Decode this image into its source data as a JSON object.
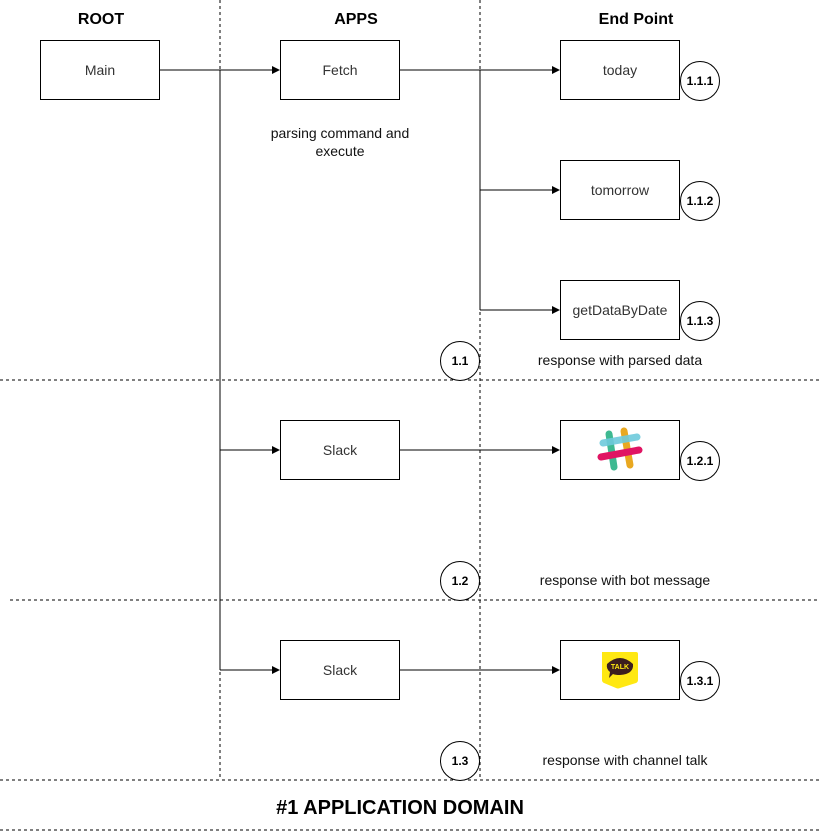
{
  "headers": {
    "root": "ROOT",
    "apps": "APPS",
    "endpoint": "End Point"
  },
  "boxes": {
    "main": "Main",
    "fetch": "Fetch",
    "today": "today",
    "tomorrow": "tomorrow",
    "get_data_by_date": "getDataByDate",
    "slack": "Slack",
    "slack2": "Slack"
  },
  "badges": {
    "b111": "1.1.1",
    "b112": "1.1.2",
    "b113": "1.1.3",
    "b11": "1.1",
    "b121": "1.2.1",
    "b12": "1.2",
    "b131": "1.3.1",
    "b13": "1.3"
  },
  "notes": {
    "fetch_desc": "parsing command and execute",
    "resp_parsed": "response with parsed data",
    "resp_bot": "response with bot message",
    "resp_channel": "response with channel talk"
  },
  "footer": "#1 APPLICATION DOMAIN",
  "icons": {
    "slack": "slack-logo-icon",
    "kakaotalk": "kakaotalk-logo-icon"
  },
  "colors": {
    "slack_green": "#3EB991",
    "slack_blue": "#6ECADC",
    "slack_yellow": "#E9A820",
    "slack_red": "#E01563",
    "kakao_yellow": "#FFE812",
    "kakao_brown": "#3C1E1E"
  }
}
